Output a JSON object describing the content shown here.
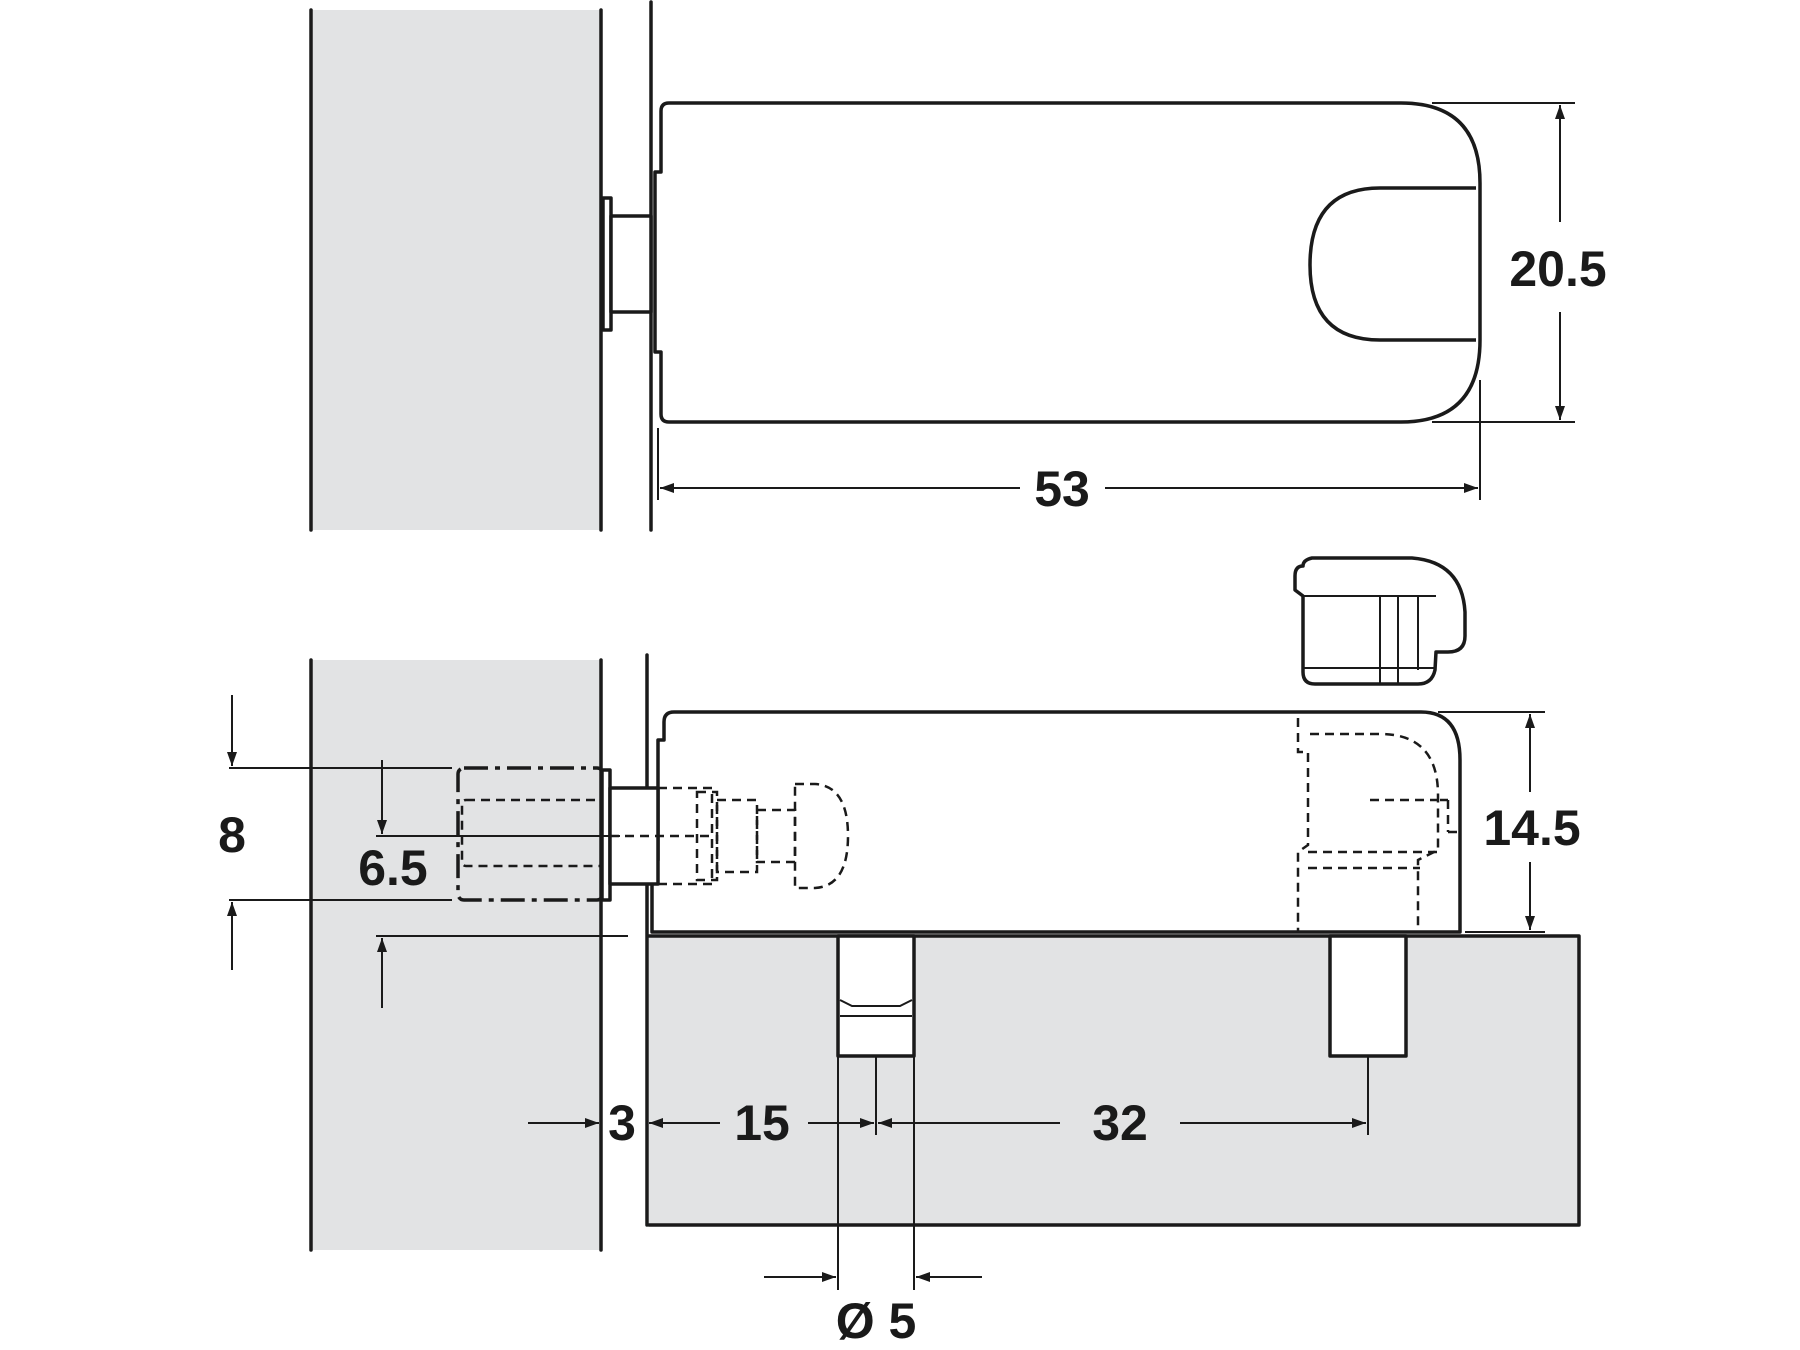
{
  "dimensions": {
    "body_length": "53",
    "body_width": "20.5",
    "body_height": "14.5",
    "outer_height": "8",
    "inner_height": "6.5",
    "gap": "3",
    "edge_offset": "15",
    "hole_spacing": "32",
    "pin_diameter": "Ø 5"
  },
  "colors": {
    "panel": "#e2e3e4",
    "line": "#1a1a1a",
    "background": "#ffffff"
  }
}
